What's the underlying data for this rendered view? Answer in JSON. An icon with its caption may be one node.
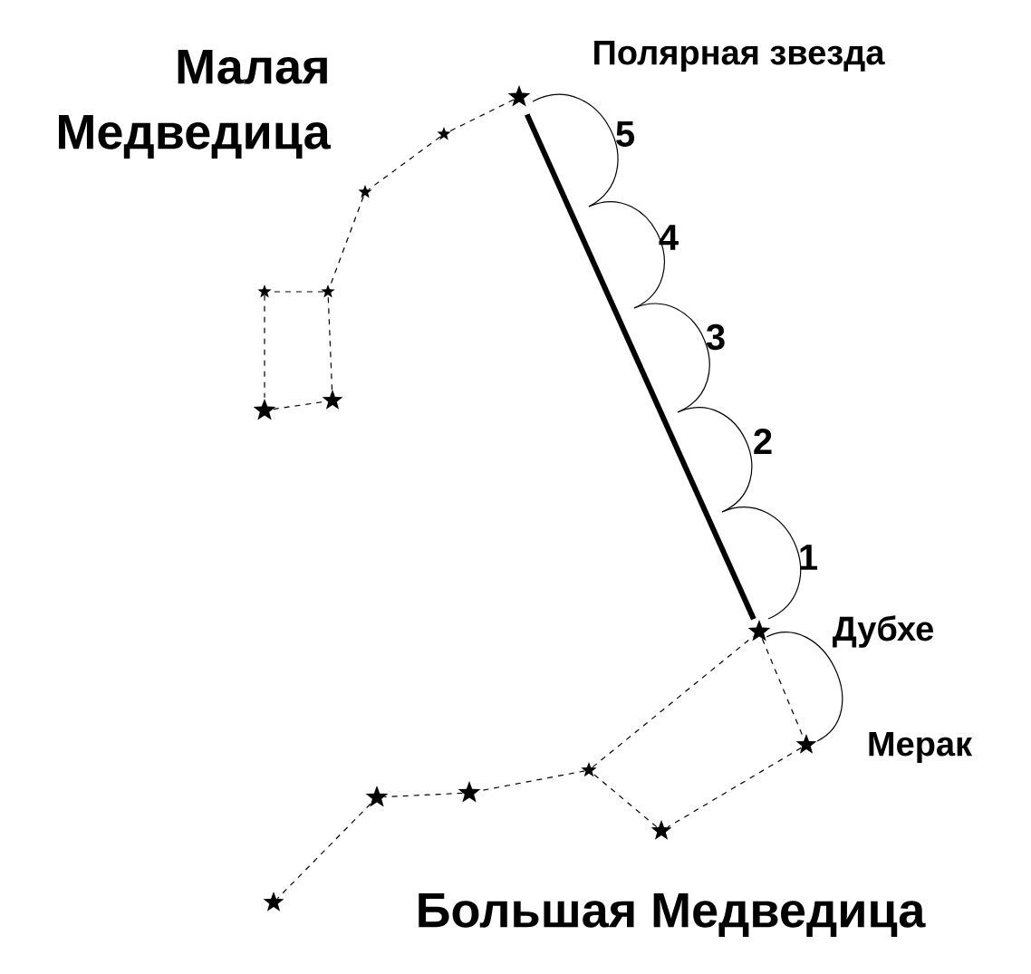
{
  "diagram": {
    "nodes": [
      {
        "text": [],
        "shape": "star",
        "beside": [
          "Полярная звезда"
        ]
      },
      {
        "text": [],
        "shape": "star"
      },
      {
        "text": [],
        "shape": "star"
      },
      {
        "text": [],
        "shape": "star"
      },
      {
        "text": [],
        "shape": "star"
      },
      {
        "text": [],
        "shape": "star"
      },
      {
        "text": [],
        "shape": "star"
      },
      {
        "text": [],
        "shape": "star",
        "beside": [
          "Дубхе"
        ]
      },
      {
        "text": [],
        "shape": "star",
        "beside": [
          "Мерак"
        ]
      },
      {
        "text": [],
        "shape": "star"
      },
      {
        "text": [],
        "shape": "star"
      },
      {
        "text": [],
        "shape": "star"
      },
      {
        "text": [],
        "shape": "star"
      },
      {
        "text": [],
        "shape": "star"
      }
    ],
    "edges": [
      {
        "from": 0,
        "to": 1,
        "arrow": "none",
        "style": "dashed"
      },
      {
        "from": 1,
        "to": 2,
        "arrow": "none",
        "style": "dashed"
      },
      {
        "from": 2,
        "to": 4,
        "arrow": "none",
        "style": "dashed"
      },
      {
        "from": 4,
        "to": 3,
        "arrow": "none",
        "style": "dashed"
      },
      {
        "from": 3,
        "to": 6,
        "arrow": "none",
        "style": "dashed"
      },
      {
        "from": 6,
        "to": 5,
        "arrow": "none",
        "style": "dashed"
      },
      {
        "from": 5,
        "to": 4,
        "arrow": "none",
        "style": "dashed"
      },
      {
        "from": 0,
        "to": 7,
        "arrow": "none",
        "style": "thick"
      },
      {
        "from": 7,
        "to": 8,
        "arrow": "none",
        "style": "dashed"
      },
      {
        "from": 8,
        "to": 12,
        "arrow": "none",
        "style": "dashed"
      },
      {
        "from": 12,
        "to": 9,
        "arrow": "none",
        "style": "dashed"
      },
      {
        "from": 9,
        "to": 7,
        "arrow": "none",
        "style": "dashed"
      },
      {
        "from": 9,
        "to": 10,
        "arrow": "none",
        "style": "dashed"
      },
      {
        "from": 10,
        "to": 11,
        "arrow": "none",
        "style": "dashed"
      },
      {
        "from": 11,
        "to": 13,
        "arrow": "none",
        "style": "dashed"
      }
    ],
    "labels": [
      "Малая Медведица",
      "5",
      "4",
      "3",
      "2",
      "1",
      "Большая Медведица"
    ]
  }
}
